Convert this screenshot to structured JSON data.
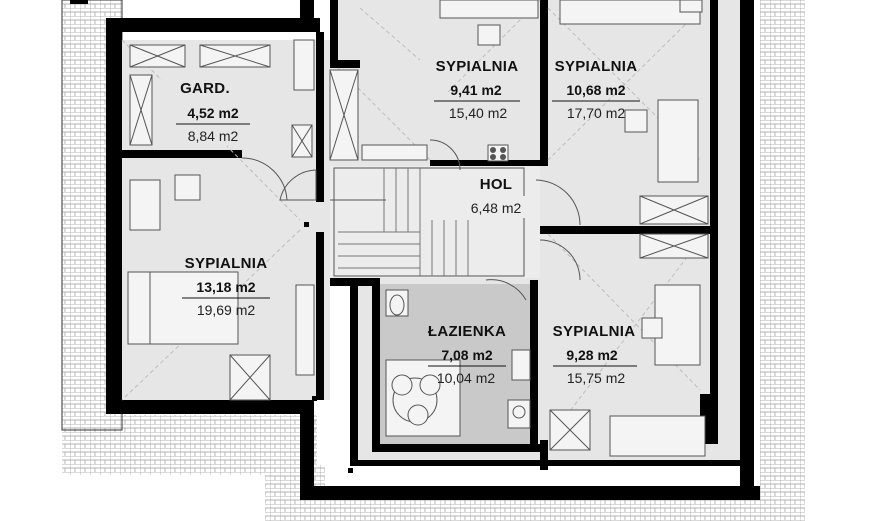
{
  "rooms": [
    {
      "id": "gard",
      "name": "GARD.",
      "area_net": "4,52 m2",
      "area_gross": "8,84 m2"
    },
    {
      "id": "sypialnia_top_mid",
      "name": "SYPIALNIA",
      "area_net": "9,41 m2",
      "area_gross": "15,40 m2"
    },
    {
      "id": "sypialnia_top_right",
      "name": "SYPIALNIA",
      "area_net": "10,68 m2",
      "area_gross": "17,70 m2"
    },
    {
      "id": "hol",
      "name": "HOL",
      "area_net": "6,48 m2",
      "area_gross": ""
    },
    {
      "id": "sypialnia_left",
      "name": "SYPIALNIA",
      "area_net": "13,18 m2",
      "area_gross": "19,69 m2"
    },
    {
      "id": "lazienka",
      "name": "ŁAZIENKA",
      "area_net": "7,08 m2",
      "area_gross": "10,04 m2"
    },
    {
      "id": "sypialnia_bottom_right",
      "name": "SYPIALNIA",
      "area_net": "9,28 m2",
      "area_gross": "15,75 m2"
    }
  ],
  "colors": {
    "floor": "#e6e6e6",
    "bathroom_floor": "#c9c9c9",
    "wall": "#000000",
    "roof_tile": "#ffffff"
  },
  "symbols": [
    "fixed-glazing-icon",
    "toilet-icon",
    "washbasin-icon",
    "shower-icon",
    "bathtub-icon",
    "chimney-icon"
  ]
}
